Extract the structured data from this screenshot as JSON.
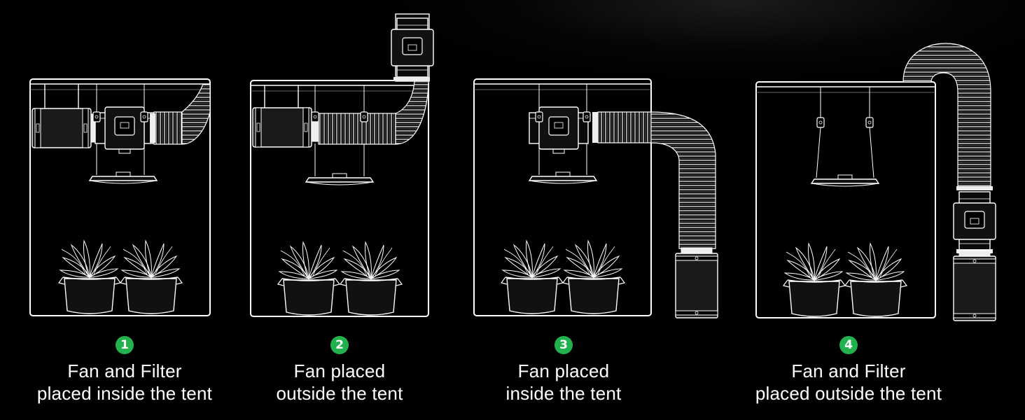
{
  "colors": {
    "background": "#000000",
    "line": "#ffffff",
    "badge": "#22b14c",
    "text": "#ffffff"
  },
  "steps": [
    {
      "number": "1",
      "line1": "Fan and Filter",
      "line2": "placed inside the tent"
    },
    {
      "number": "2",
      "line1": "Fan placed",
      "line2": "outside the tent"
    },
    {
      "number": "3",
      "line1": "Fan placed",
      "line2": "inside the tent"
    },
    {
      "number": "4",
      "line1": "Fan and Filter",
      "line2": "placed outside the tent"
    }
  ]
}
